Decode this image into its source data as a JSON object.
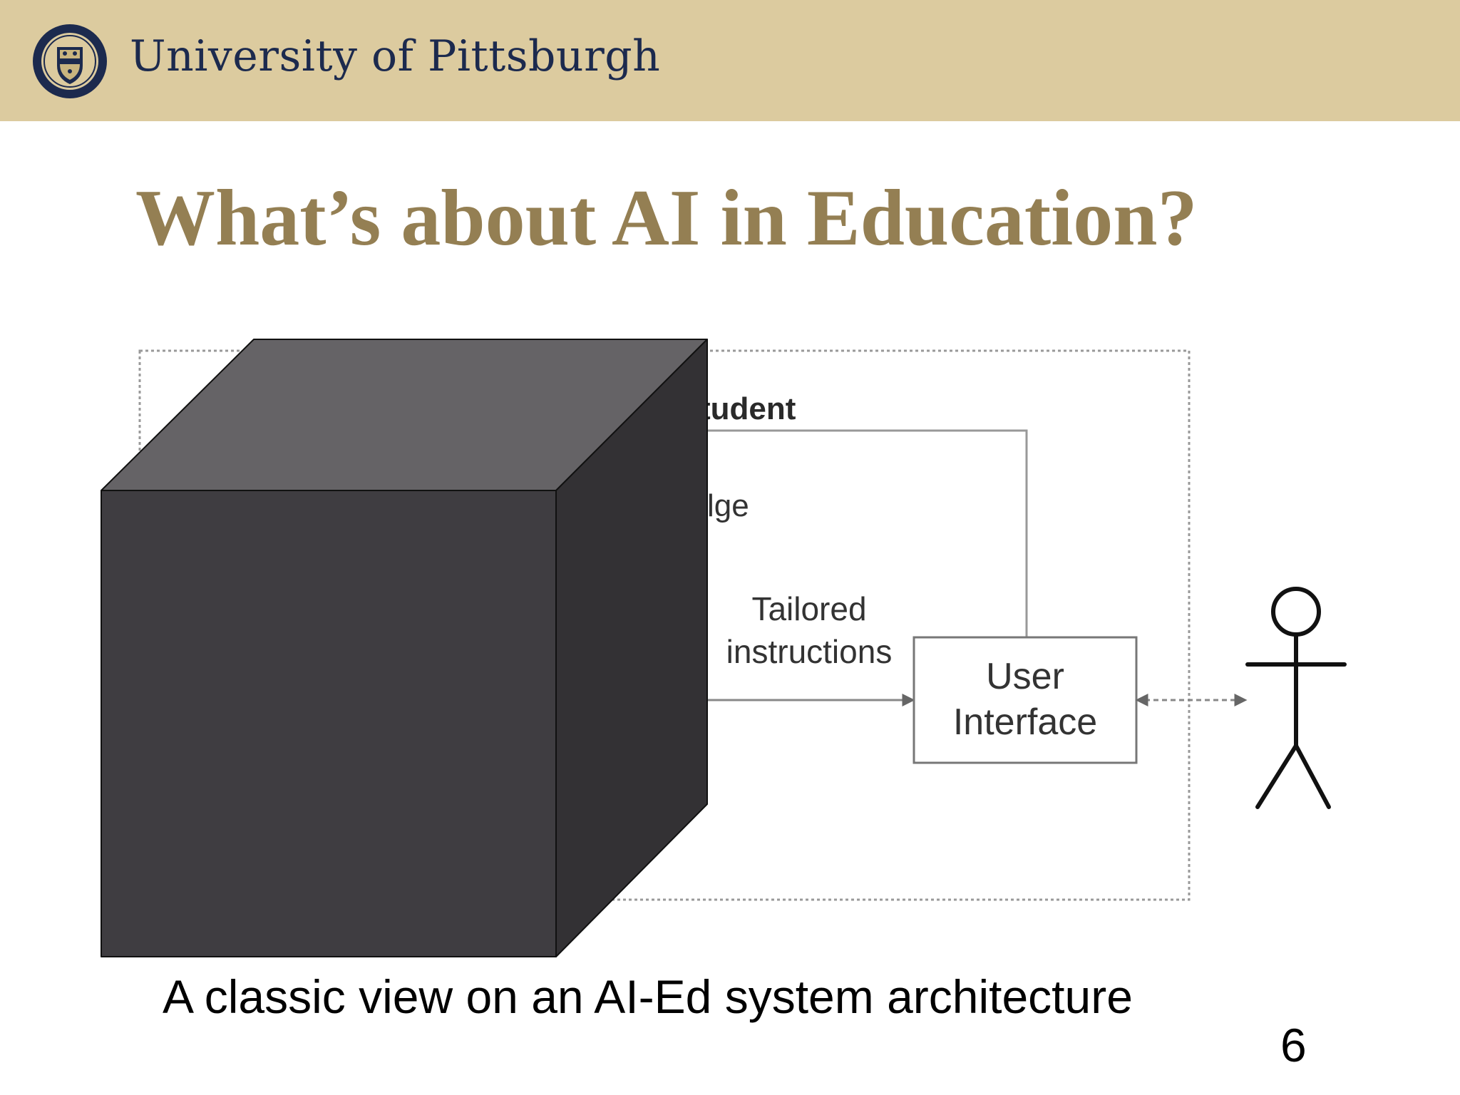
{
  "header": {
    "university_name": "University of Pittsburgh"
  },
  "slide": {
    "title": "What’s about AI in Education?",
    "caption": "A classic view on an AI-Ed system architecture",
    "page_number": "6"
  },
  "diagram": {
    "student_label": "tudent",
    "knowledge_label": "lge",
    "tailored_line1": "Tailored",
    "tailored_line2": "instructions",
    "ui_line1": "User",
    "ui_line2": "Interface"
  },
  "colors": {
    "header_bg": "#dccb9f",
    "title": "#947f53",
    "university_name": "#1c2a4e",
    "cube_front": "#3f3d41",
    "cube_top": "#656366",
    "cube_side": "#333134"
  }
}
